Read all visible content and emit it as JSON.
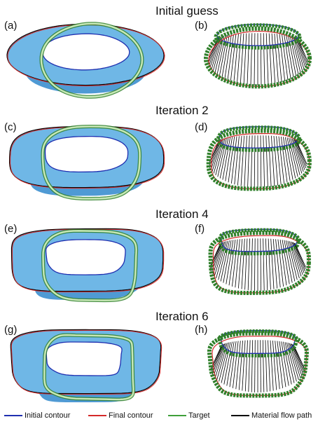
{
  "rows": [
    {
      "title": "Initial guess",
      "left_label": "(a)",
      "right_label": "(b)"
    },
    {
      "title": "Iteration 2",
      "left_label": "(c)",
      "right_label": "(d)"
    },
    {
      "title": "Iteration 4",
      "left_label": "(e)",
      "right_label": "(f)"
    },
    {
      "title": "Iteration 6",
      "left_label": "(g)",
      "right_label": "(h)"
    }
  ],
  "legend": [
    {
      "label": "Initial contour",
      "color": "#1f2fb0"
    },
    {
      "label": "Final contour",
      "color": "#d42a2a"
    },
    {
      "label": "Target",
      "color": "#3f9f3a"
    },
    {
      "label": "Material flow path",
      "color": "#000000"
    }
  ],
  "colors": {
    "surface": "#6fb7e6",
    "surface_dark": "#3c8fcf",
    "target_fill": "#c7e8b6",
    "target_stroke": "#2f7f2a"
  }
}
